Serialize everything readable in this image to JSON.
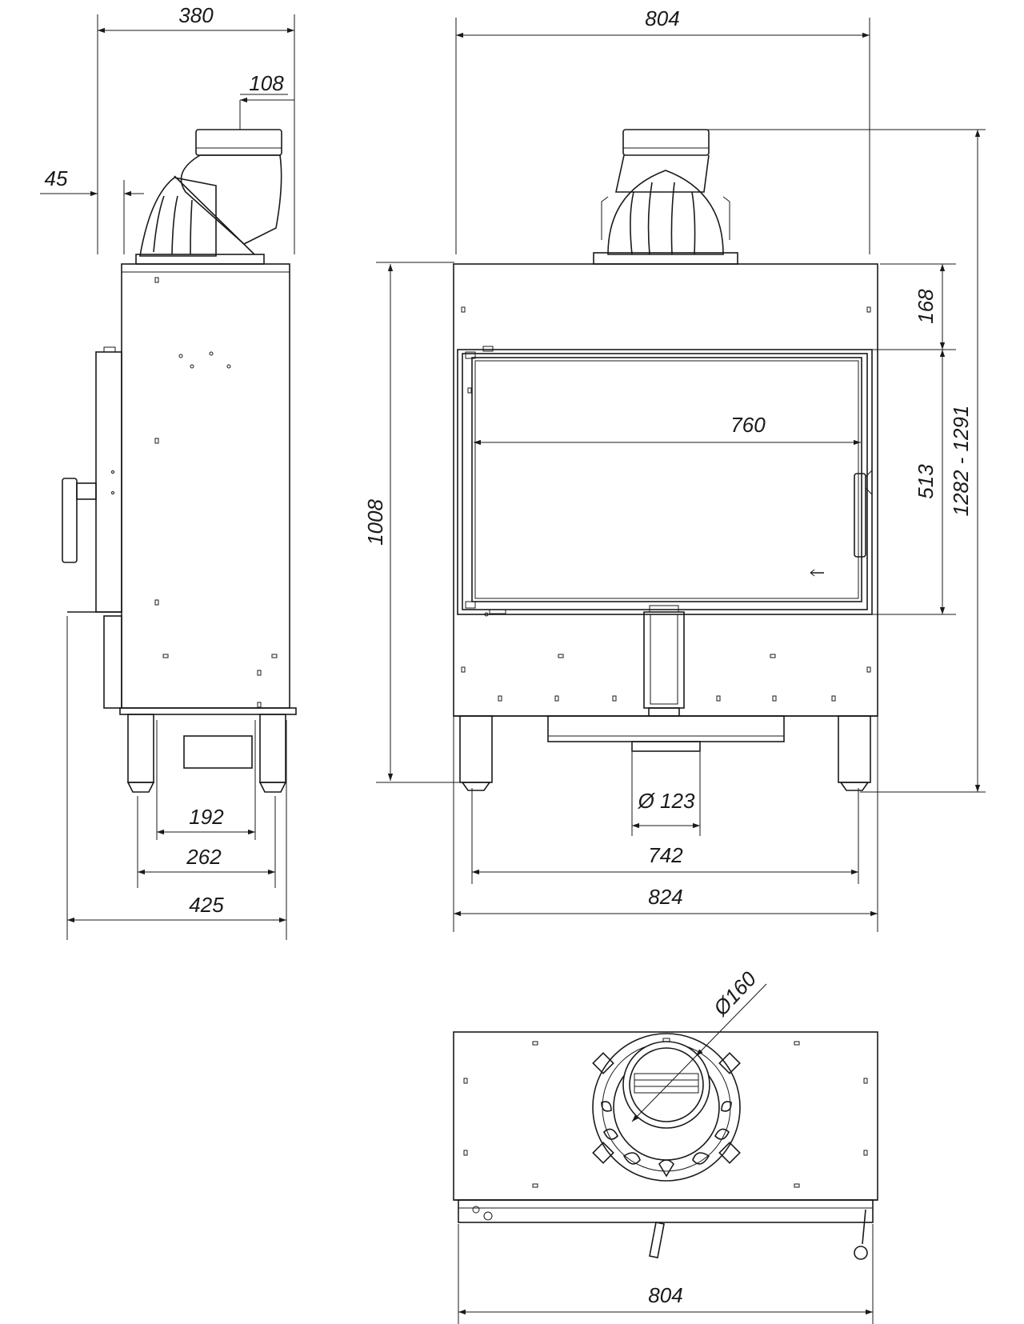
{
  "side_view": {
    "width_top": "380",
    "flue_offset": "108",
    "front_offset": "45",
    "legs_inner": "192",
    "legs_outer": "262",
    "depth_total": "425"
  },
  "front_view": {
    "width_top": "804",
    "door_width": "760",
    "body_height": "1008",
    "top_panel": "168",
    "door_height": "513",
    "total_height": "1282 - 1291",
    "air_inlet": "Ø 123",
    "legs_span": "742",
    "base_width": "824"
  },
  "top_view": {
    "flue_diameter": "Ø160",
    "width": "804"
  }
}
